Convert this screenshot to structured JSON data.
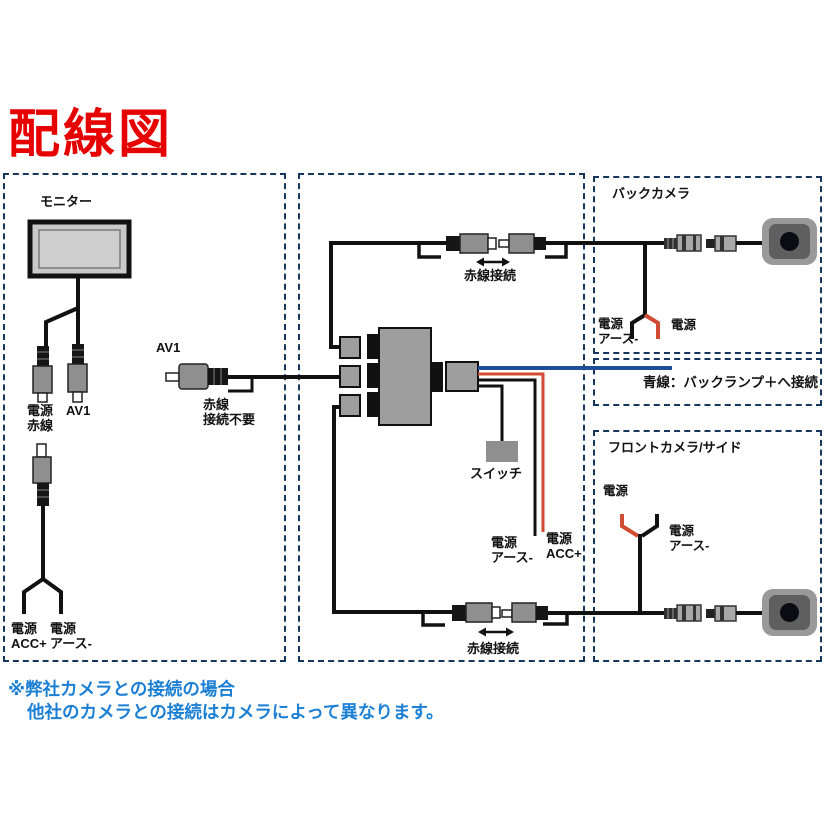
{
  "title": "配線図",
  "colors": {
    "title_red": "#e60000",
    "note_blue": "#1b7fd4",
    "wire_blue": "#1f4e99",
    "wire_red": "#d14b32",
    "border_navy": "#17365d"
  },
  "monitor": {
    "title": "モニター",
    "power_plug": "電源\n赤線",
    "av1_plug": "AV1",
    "acc_lead": "電源\nACC+",
    "gnd_lead": "電源\nアース-",
    "av1_label": "AV1",
    "red_wire_note": "赤線\n接続不要"
  },
  "switchbox": {
    "top_link": "赤線接続",
    "bottom_link": "赤線接続",
    "switch_label": "スイッチ",
    "gnd": "電源\nアース-",
    "acc": "電源\nACC+"
  },
  "back_camera": {
    "title": "バックカメラ",
    "gnd": "電源\nアース-",
    "power": "電源"
  },
  "blue_wire_note": "青線：バックランプ＋へ接続",
  "front_camera": {
    "title": "フロントカメラ/サイド",
    "power": "電源",
    "gnd": "電源\nアース-"
  },
  "footer": {
    "line1": "※弊社カメラとの接続の場合",
    "line2": "他社のカメラとの接続はカメラによって異なります。"
  }
}
